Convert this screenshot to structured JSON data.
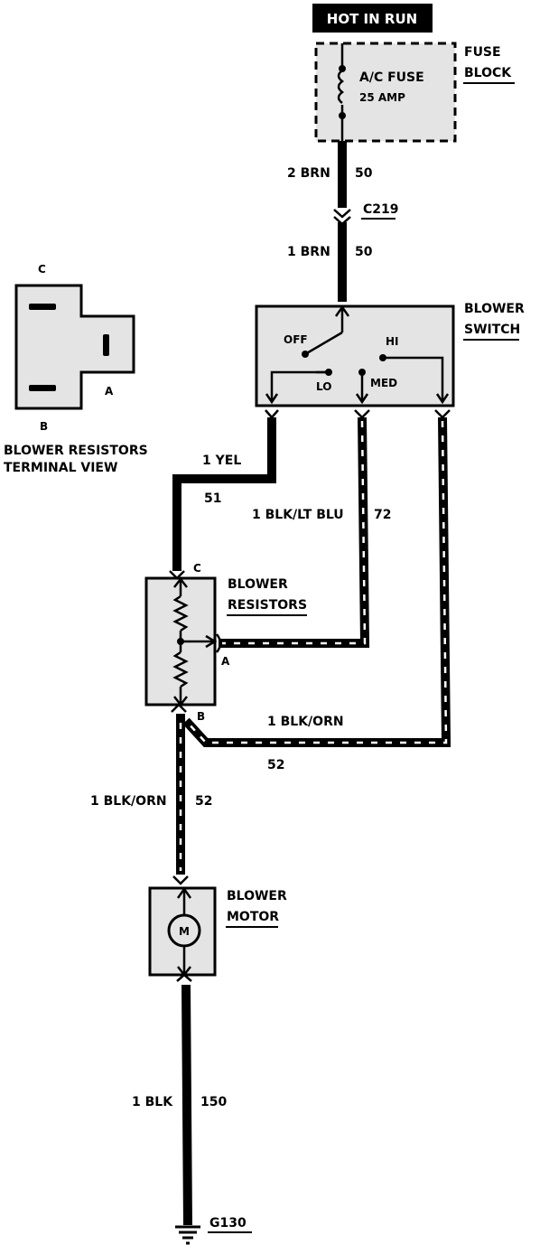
{
  "labels": {
    "hot_in_run": "HOT IN RUN",
    "fuse_block_1": "FUSE",
    "fuse_block_2": "BLOCK",
    "ac_fuse": "A/C FUSE",
    "fuse_rating": "25 AMP",
    "wire_2brn": "2 BRN",
    "circuit_50_top": "50",
    "connector_c219": "C219",
    "wire_1brn": "1 BRN",
    "circuit_50_bottom": "50",
    "blower_switch_1": "BLOWER",
    "blower_switch_2": "SWITCH",
    "switch_off": "OFF",
    "switch_hi": "HI",
    "switch_lo": "LO",
    "switch_med": "MED",
    "terminal_view_c": "C",
    "terminal_view_a": "A",
    "terminal_view_b": "B",
    "terminal_view_title_1": "BLOWER RESISTORS",
    "terminal_view_title_2": "TERMINAL VIEW",
    "wire_1yel": "1 YEL",
    "circuit_51": "51",
    "wire_1blk_ltblu": "1 BLK/LT BLU",
    "circuit_72": "72",
    "resistor_c": "C",
    "blower_resistors_1": "BLOWER",
    "blower_resistors_2": "RESISTORS",
    "resistor_a": "A",
    "resistor_b": "B",
    "wire_1blk_orn_right": "1 BLK/ORN",
    "circuit_52_right": "52",
    "wire_1blk_orn_left": "1 BLK/ORN",
    "circuit_52_left": "52",
    "blower_motor_1": "BLOWER",
    "blower_motor_2": "MOTOR",
    "motor_symbol": "M",
    "wire_1blk": "1 BLK",
    "circuit_150": "150",
    "ground_g130": "G130"
  },
  "colors": {
    "ink": "#000000",
    "component_fill": "#e4e4e4",
    "background": "#ffffff"
  }
}
